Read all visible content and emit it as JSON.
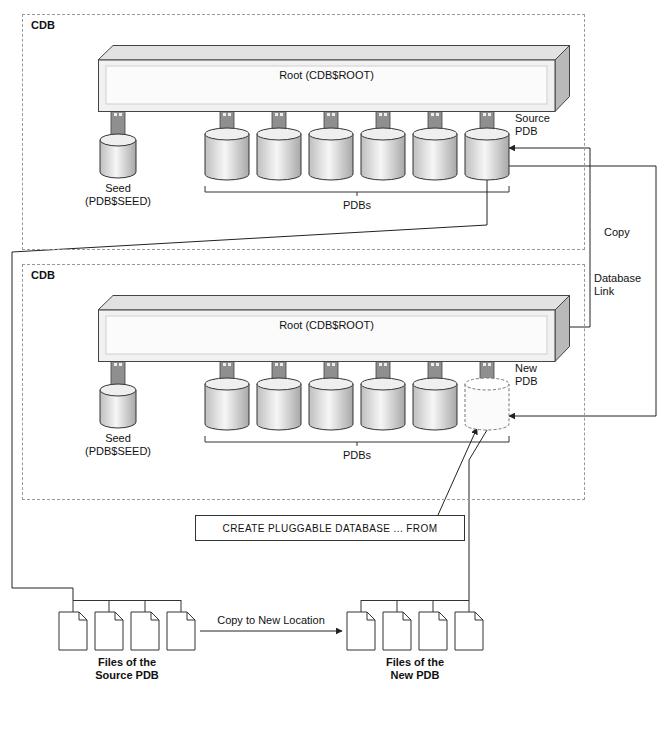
{
  "diagram": {
    "nodes": [
      {
        "text": [
          "CDB"
        ]
      },
      {
        "text": [
          "Root (CDB$ROOT)"
        ],
        "in": 0
      },
      {
        "text": [
          "Seed (PDB$SEED)"
        ],
        "in": 0
      },
      {
        "text": [
          "Source PDB"
        ],
        "in": 0
      },
      {
        "text": [
          "CDB"
        ]
      },
      {
        "text": [
          "Root (CDB$ROOT)"
        ],
        "in": 4
      },
      {
        "text": [
          "Seed (PDB$SEED)"
        ],
        "in": 4
      },
      {
        "text": [
          "New PDB"
        ],
        "in": 4
      },
      {
        "text": [
          "CREATE PLUGGABLE DATABASE ... FROM"
        ]
      },
      {
        "text": [
          "Files of the Source PDB"
        ]
      },
      {
        "text": [
          "Files of the New PDB"
        ]
      }
    ],
    "edges": [
      {
        "from": 5,
        "to": 3,
        "arrow": "to",
        "label": "Database Link"
      },
      {
        "from": 3,
        "to": 7,
        "arrow": "to",
        "label": "Copy"
      },
      {
        "from": 3,
        "to": 9,
        "arrow": "none"
      },
      {
        "from": 9,
        "to": 10,
        "arrow": "to",
        "label": "Copy to New Location"
      },
      {
        "from": 8,
        "to": 7,
        "arrow": "to"
      },
      {
        "from": 7,
        "to": 10,
        "arrow": "none"
      }
    ],
    "labels": [
      "PDBs",
      "PDBs"
    ]
  }
}
